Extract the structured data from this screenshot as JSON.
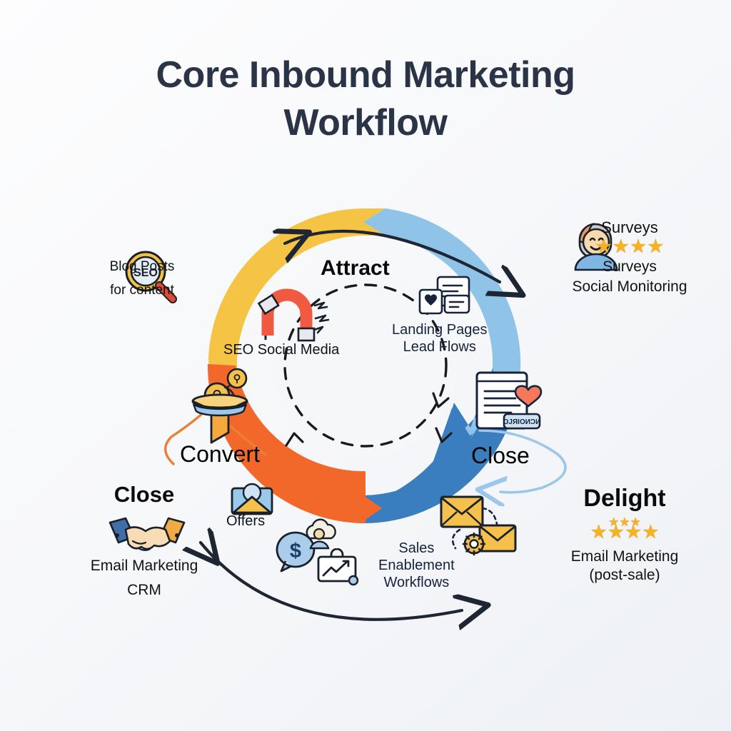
{
  "title": {
    "line1": "Core Inbound Marketing",
    "line2": "Workflow"
  },
  "colors": {
    "title": "#2b3447",
    "attract": "#F5C445",
    "engage": "#8FC4E8",
    "convert": "#F2682A",
    "close": "#3A7EBF",
    "arrow": "#1e2633",
    "star": "#f5b324",
    "orange_arrow": "#E8803A",
    "blue_arrow": "#9CC7EA"
  },
  "wheel": {
    "segments": [
      {
        "name": "attract",
        "title": "Attract",
        "text": "SEO Social Media",
        "color": "#F5C445",
        "icon": "magnet-icon"
      },
      {
        "name": "engage",
        "title": "",
        "text_line1": "Landing Pages",
        "text_line2": "Lead Flows",
        "color": "#8FC4E8",
        "icon": "landing-page-icon"
      },
      {
        "name": "close_wheel",
        "title": "",
        "text_line1": "Sales",
        "text_line2": "Enablement",
        "text_line3": "Workflows",
        "color": "#3A7EBF",
        "icon": "email-gear-icon"
      },
      {
        "name": "convert",
        "title": "",
        "text": "Offers",
        "color": "#F2682A",
        "icon": "offer-envelope-icon"
      }
    ],
    "center_flow": "dashed-circle-arrows"
  },
  "stage_labels": {
    "convert": "Convert",
    "close_middle": "Close"
  },
  "callouts": {
    "blog": {
      "icon": "seo-magnifier-icon",
      "icon_text": "SEO",
      "line1": "Blog Posts",
      "line2": "for content"
    },
    "surveys": {
      "icon": "person-smiling-icon",
      "heading": "Surveys",
      "stars": 4,
      "line1": "Surveys",
      "line2": "Social Monitoring"
    },
    "close_left": {
      "heading": "Close",
      "icon": "handshake-icon",
      "line1": "Email Marketing",
      "line2": "CRM"
    },
    "delight": {
      "heading": "Delight",
      "stars_small": 3,
      "stars_large": 4,
      "line1": "Email Marketing",
      "line2": "(post-sale)"
    }
  },
  "icons": {
    "magnet": "magnet-icon",
    "document_heart": "document-heart-icon",
    "funnel": "funnel-coins-icon",
    "dollar_chat": "dollar-chat-icon",
    "briefcase_chart": "briefcase-chart-icon",
    "envelope_gear": "envelope-gear-icon"
  },
  "arrows": {
    "top_arc": "double-headed-arc-arrow",
    "bottom_arc": "double-headed-arc-arrow",
    "convert_hook": "orange-hook-arrow",
    "close_hook": "blue-hook-arrow"
  }
}
